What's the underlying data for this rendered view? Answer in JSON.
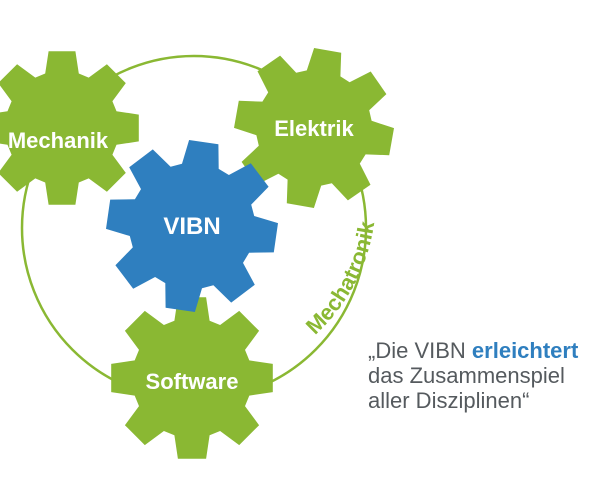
{
  "colors": {
    "green": "#8ab833",
    "blue": "#2f7fbf",
    "text": "#555a5e"
  },
  "gears": {
    "mechanik": "Mechanik",
    "elektrik": "Elektrik",
    "vibn": "VIBN",
    "software": "Software"
  },
  "ring_label": "Mechatronik",
  "quote": {
    "line1_prefix": "„Die VIBN",
    "line1_highlight": "erleichtert",
    "line2": "das Zusammenspiel",
    "line3": "aller Disziplinen“"
  }
}
